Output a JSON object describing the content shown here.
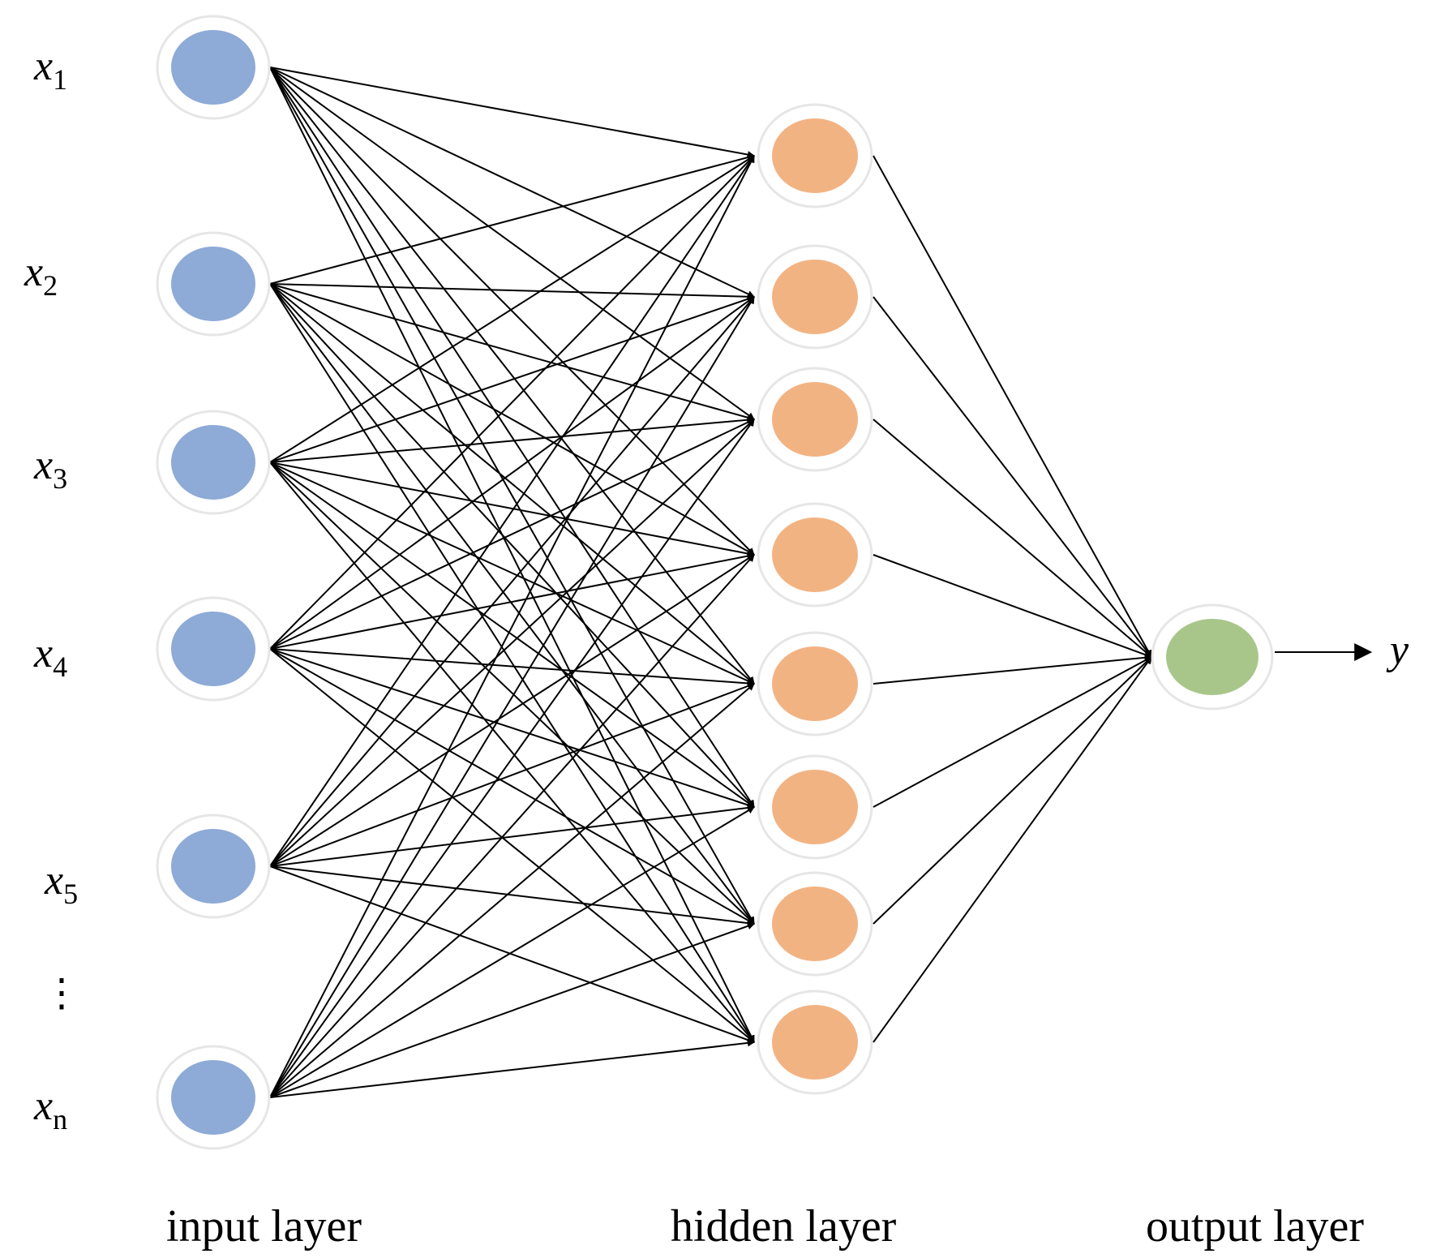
{
  "input_layer": {
    "label": "input layer",
    "color": "#8eaad6",
    "nodes": [
      {
        "var": "x",
        "sub": "1"
      },
      {
        "var": "x",
        "sub": "2"
      },
      {
        "var": "x",
        "sub": "3"
      },
      {
        "var": "x",
        "sub": "4"
      },
      {
        "var": "x",
        "sub": "5"
      },
      {
        "var": "x",
        "sub": "n"
      }
    ],
    "ellipsis": "⋮"
  },
  "hidden_layer": {
    "label": "hidden layer",
    "color": "#f2b383",
    "node_count": 8
  },
  "output_layer": {
    "label": "output layer",
    "color": "#a9c68a",
    "output_var": "y"
  },
  "connections": {
    "input_to_hidden": "fully-connected",
    "hidden_to_output": "fully-connected",
    "arrowheads": true
  }
}
